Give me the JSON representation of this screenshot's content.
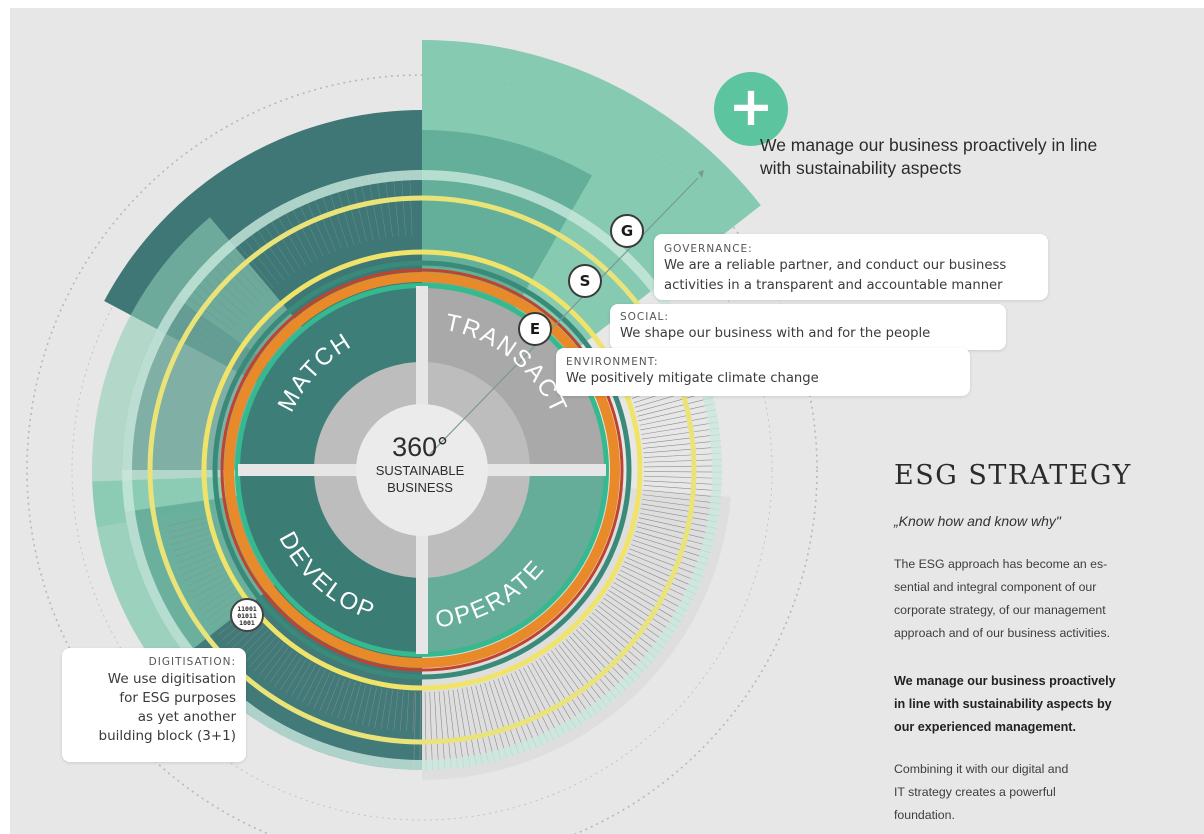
{
  "headline": {
    "line1": "We manage our business proactively in line",
    "line2": "with sustainability aspects",
    "plus_icon": "plus-icon"
  },
  "wheel": {
    "center_big": "360°",
    "center_line1": "SUSTAINABLE",
    "center_line2": "BUSINESS",
    "segments": [
      "MATCH",
      "TRANSACT",
      "OPERATE",
      "DEVELOP"
    ]
  },
  "esg": {
    "governance": {
      "badge": "G",
      "caption": "GOVERNANCE:",
      "line1": "We are a reliable partner, and conduct our business",
      "line2": "activities in a transparent and accountable manner"
    },
    "social": {
      "badge": "S",
      "caption": "SOCIAL:",
      "line1": "We shape our business with and for the people"
    },
    "environment": {
      "badge": "E",
      "caption": "ENVIRONMENT:",
      "line1": "We positively mitigate climate change"
    }
  },
  "digitisation": {
    "icon_text": "11001\n01011\n1001",
    "caption": "DIGITISATION:",
    "line1": "We use digitisation",
    "line2": "for ESG purposes",
    "line3": "as yet another",
    "line4": "building block (3+1)"
  },
  "sidebar": {
    "title": "ESG STRATEGY",
    "quote": "„Know how and know why\"",
    "p1_l1": "The ESG approach has become an es-",
    "p1_l2": "sential and integral component of our",
    "p1_l3": "corporate strategy, of our management",
    "p1_l4": "approach and of our business activities.",
    "p2_l1": "We manage our business proactively",
    "p2_l2": "in line with sustainability aspects by",
    "p2_l3": "our experienced management.",
    "p3_l1": "Combining it with our digital and",
    "p3_l2": "IT strategy creates a powerful",
    "p3_l3": "foundation."
  },
  "colors": {
    "background": "#e8e7e7",
    "teal_dark": "#2f6d6b",
    "teal_mid": "#3f8c85",
    "mint": "#6cc2a5",
    "mint_light": "#9fd6c1",
    "grey": "#b3b3b3",
    "yellow": "#f2e264",
    "orange": "#e8892a",
    "red": "#b5402c",
    "green_bright": "#33b991"
  }
}
